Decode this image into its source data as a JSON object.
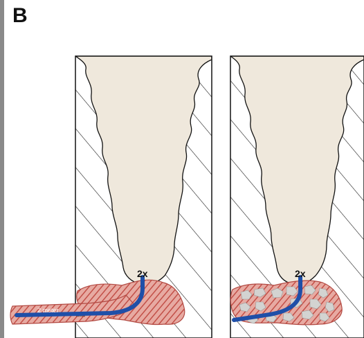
{
  "panel_letter": "B",
  "left_figure": {
    "pipe_label": "2x",
    "hose_label": "2 meter",
    "dashes": "-----"
  },
  "right_figure": {
    "pipe_label": "2x"
  },
  "colors": {
    "wall_hatch": "#1a1a1a",
    "void_fill": "#efe8dc",
    "pipe": "#1f4fa8",
    "grout": "#c9605a",
    "grout_light": "#e6a8a0",
    "stone": "#cfcfcd"
  }
}
